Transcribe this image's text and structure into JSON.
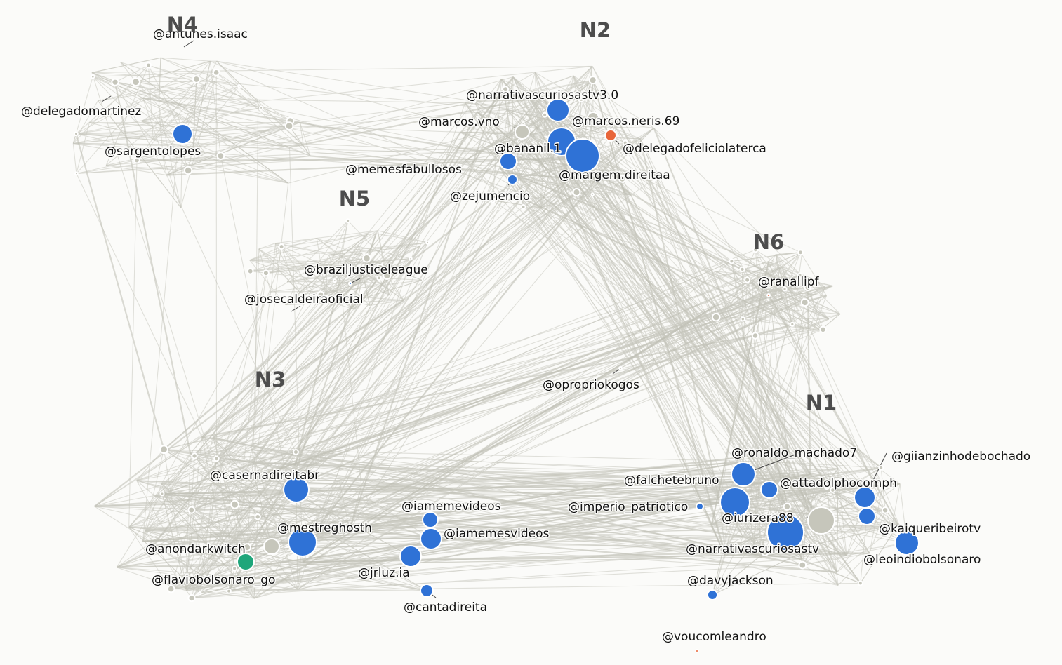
{
  "colors": {
    "blue": "#2f72d6",
    "gray": "#c6c6bb",
    "orange": "#e8663a",
    "green": "#1fa67a",
    "edge": "#c9c9c0"
  },
  "clusters": [
    {
      "id": "N1",
      "label": "N1"
    },
    {
      "id": "N2",
      "label": "N2"
    },
    {
      "id": "N3",
      "label": "N3"
    },
    {
      "id": "N4",
      "label": "N4"
    },
    {
      "id": "N5",
      "label": "N5"
    },
    {
      "id": "N6",
      "label": "N6"
    }
  ],
  "accounts": [
    {
      "id": "antunes",
      "label": "@antunes.isaac",
      "color": "gray",
      "cluster": "N4"
    },
    {
      "id": "delegadomartinez",
      "label": "@delegadomartinez",
      "color": "gray",
      "cluster": "N4"
    },
    {
      "id": "sargentolopes",
      "label": "@sargentolopes",
      "color": "blue",
      "cluster": "N4"
    },
    {
      "id": "narrativas30",
      "label": "@narrativascuriosastv3.0",
      "color": "blue",
      "cluster": "N2"
    },
    {
      "id": "marcosvno",
      "label": "@marcos.vno",
      "color": "gray",
      "cluster": "N2"
    },
    {
      "id": "marcosneris",
      "label": "@marcos.neris.69",
      "color": "gray",
      "cluster": "N2"
    },
    {
      "id": "delegadofeliciolaterca",
      "label": "@delegadofeliciolaterca",
      "color": "orange",
      "cluster": "N2"
    },
    {
      "id": "bananil",
      "label": "@bananil.1",
      "color": "blue",
      "cluster": "N2"
    },
    {
      "id": "memesfabullosos",
      "label": "@memesfabullosos",
      "color": "blue",
      "cluster": "N2"
    },
    {
      "id": "margemdireitaa",
      "label": "@margem.direitaa",
      "color": "blue",
      "cluster": "N2"
    },
    {
      "id": "zejumencio",
      "label": "@zejumencio",
      "color": "blue",
      "cluster": "N2"
    },
    {
      "id": "braziljusticeleague",
      "label": "@braziljusticeleague",
      "color": "blue",
      "cluster": "N5"
    },
    {
      "id": "josecaldeiraoficial",
      "label": "@josecaldeiraoficial",
      "color": "gray",
      "cluster": "N5"
    },
    {
      "id": "ranallipf",
      "label": "@ranallipf",
      "color": "orange",
      "cluster": "N6"
    },
    {
      "id": "opropriokogos",
      "label": "@opropriokogos",
      "color": "gray",
      "cluster": "N6"
    },
    {
      "id": "casernadireitabr",
      "label": "@casernadireitabr",
      "color": "blue",
      "cluster": "N3"
    },
    {
      "id": "mestreghosth",
      "label": "@mestreghosth",
      "color": "blue",
      "cluster": "N3"
    },
    {
      "id": "anondarkwitch",
      "label": "@anondarkwitch",
      "color": "gray",
      "cluster": "N3"
    },
    {
      "id": "flaviobolsonaro_go",
      "label": "@flaviobolsonaro_go",
      "color": "green",
      "cluster": "N3"
    },
    {
      "id": "iamemevideos",
      "label": "@iamemevideos",
      "color": "blue",
      "cluster": "N3"
    },
    {
      "id": "iamemesvideos",
      "label": "@iamemesvideos",
      "color": "blue",
      "cluster": "N3"
    },
    {
      "id": "jrluzia",
      "label": "@jrluz.ia",
      "color": "blue",
      "cluster": "N3"
    },
    {
      "id": "cantadireita",
      "label": "@cantadireita",
      "color": "blue",
      "cluster": "N3"
    },
    {
      "id": "ronaldo_machado7",
      "label": "@ronaldo_machado7",
      "color": "blue",
      "cluster": "N1"
    },
    {
      "id": "giianzinhodebochado",
      "label": "@giianzinhodebochado",
      "color": "blue",
      "cluster": "N1"
    },
    {
      "id": "falchetebruno",
      "label": "@falchetebruno",
      "color": "blue",
      "cluster": "N1"
    },
    {
      "id": "attadolphocomph",
      "label": "@attadolphocomph",
      "color": "blue",
      "cluster": "N1"
    },
    {
      "id": "imperio_patriotico",
      "label": "@imperio_patriotico",
      "color": "blue",
      "cluster": "N1"
    },
    {
      "id": "iurizera88",
      "label": "@iurizera88",
      "color": "gray",
      "cluster": "N1"
    },
    {
      "id": "kaiqueribeirotv",
      "label": "@kaiqueribeirotv",
      "color": "blue",
      "cluster": "N1"
    },
    {
      "id": "narrativascuriosastv",
      "label": "@narrativascuriosastv",
      "color": "blue",
      "cluster": "N1"
    },
    {
      "id": "leoindiobolsonaro",
      "label": "@leoindiobolsonaro",
      "color": "blue",
      "cluster": "N1"
    },
    {
      "id": "davyjackson",
      "label": "@davyjackson",
      "color": "blue",
      "cluster": "N1"
    },
    {
      "id": "voucomleandro",
      "label": "@voucomleandro",
      "color": "orange",
      "cluster": "N1"
    }
  ]
}
